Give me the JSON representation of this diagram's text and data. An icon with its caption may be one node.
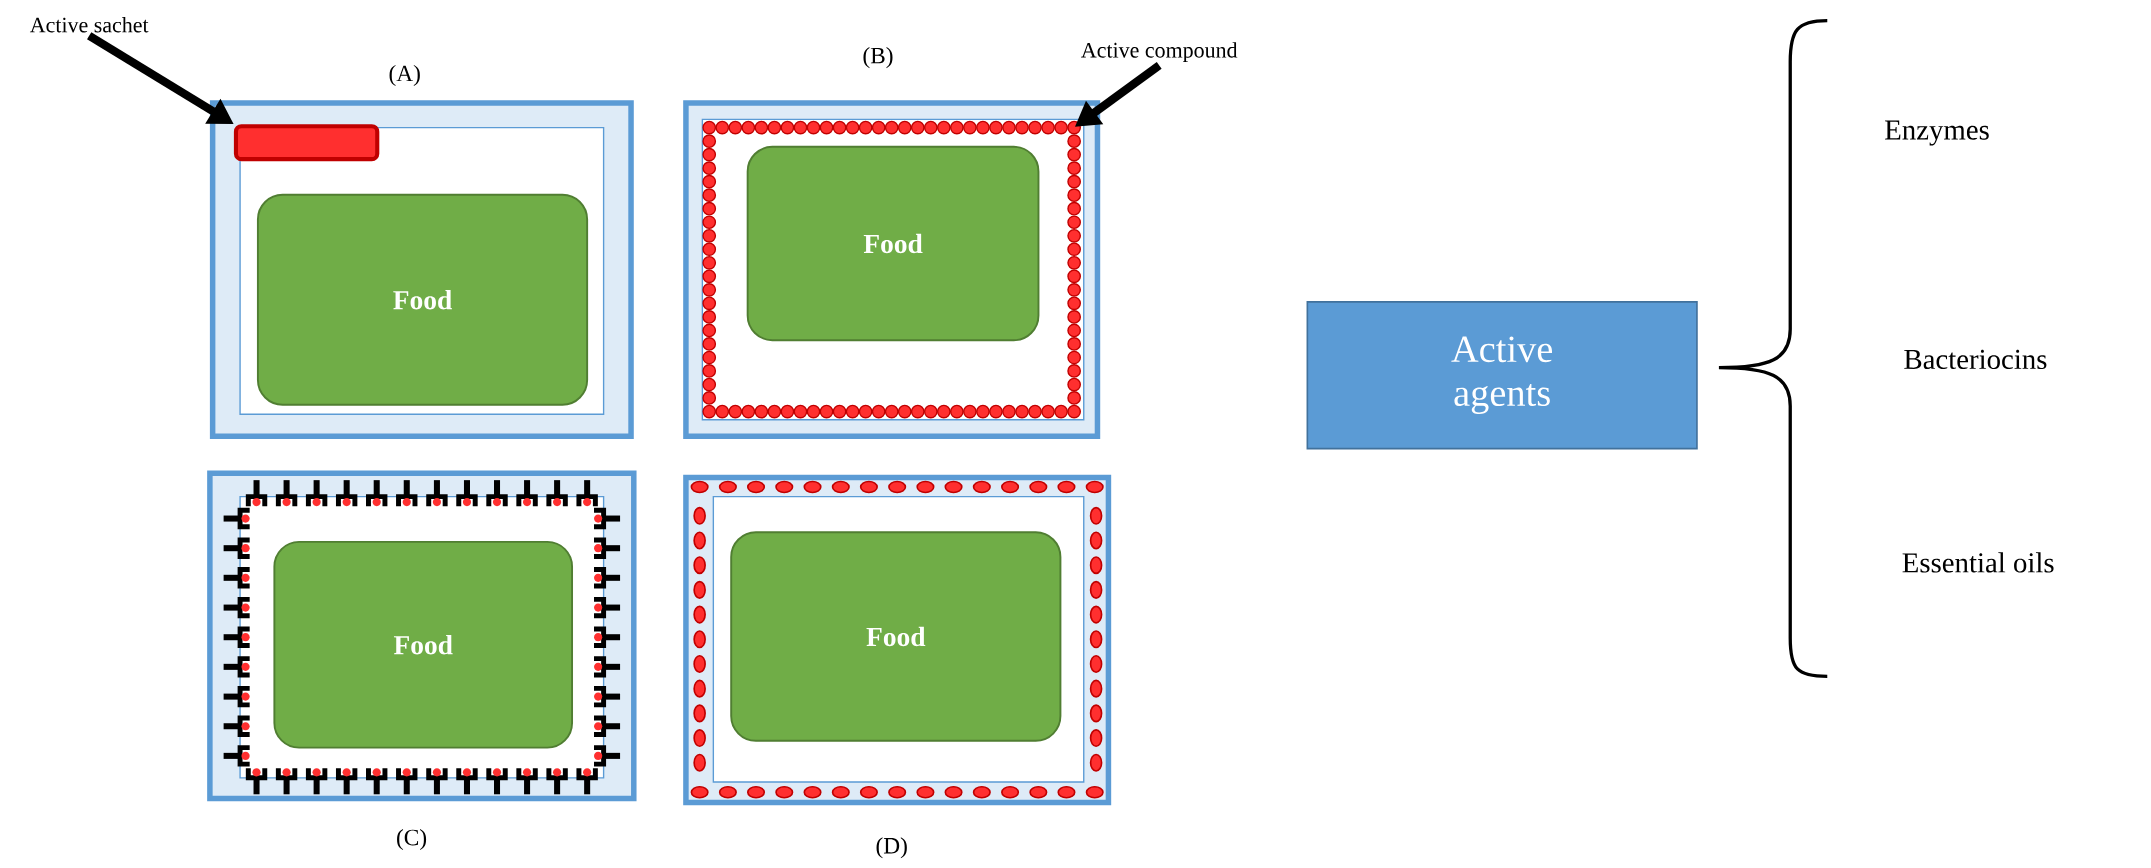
{
  "diagram": {
    "nodes": [
      {
        "text": [
          "(A)"
        ]
      },
      {
        "text": [],
        "shape": "bar",
        "in": 0
      },
      {
        "text": [
          "Food"
        ],
        "in": 0
      },
      {
        "text": [
          "(B)"
        ]
      },
      {
        "text": [],
        "shape": "box",
        "in": 3
      },
      {
        "text": [
          "Food"
        ],
        "in": 4
      },
      {
        "text": [
          "(C)"
        ]
      },
      {
        "text": [
          "Food"
        ],
        "in": 6
      },
      {
        "text": [
          "(D)"
        ]
      },
      {
        "text": [
          "Food"
        ],
        "in": 8
      },
      {
        "text": [
          "Active sachet"
        ]
      },
      {
        "text": [
          "Active compound"
        ]
      },
      {
        "text": [
          "Active agents"
        ]
      }
    ],
    "edges": [
      {
        "from": 10,
        "to": 1,
        "arrow": "to"
      },
      {
        "from": 11,
        "to": 4,
        "arrow": "to"
      }
    ],
    "labels": [
      "Enzymes",
      "Bacteriocins",
      "Essential oils"
    ]
  }
}
